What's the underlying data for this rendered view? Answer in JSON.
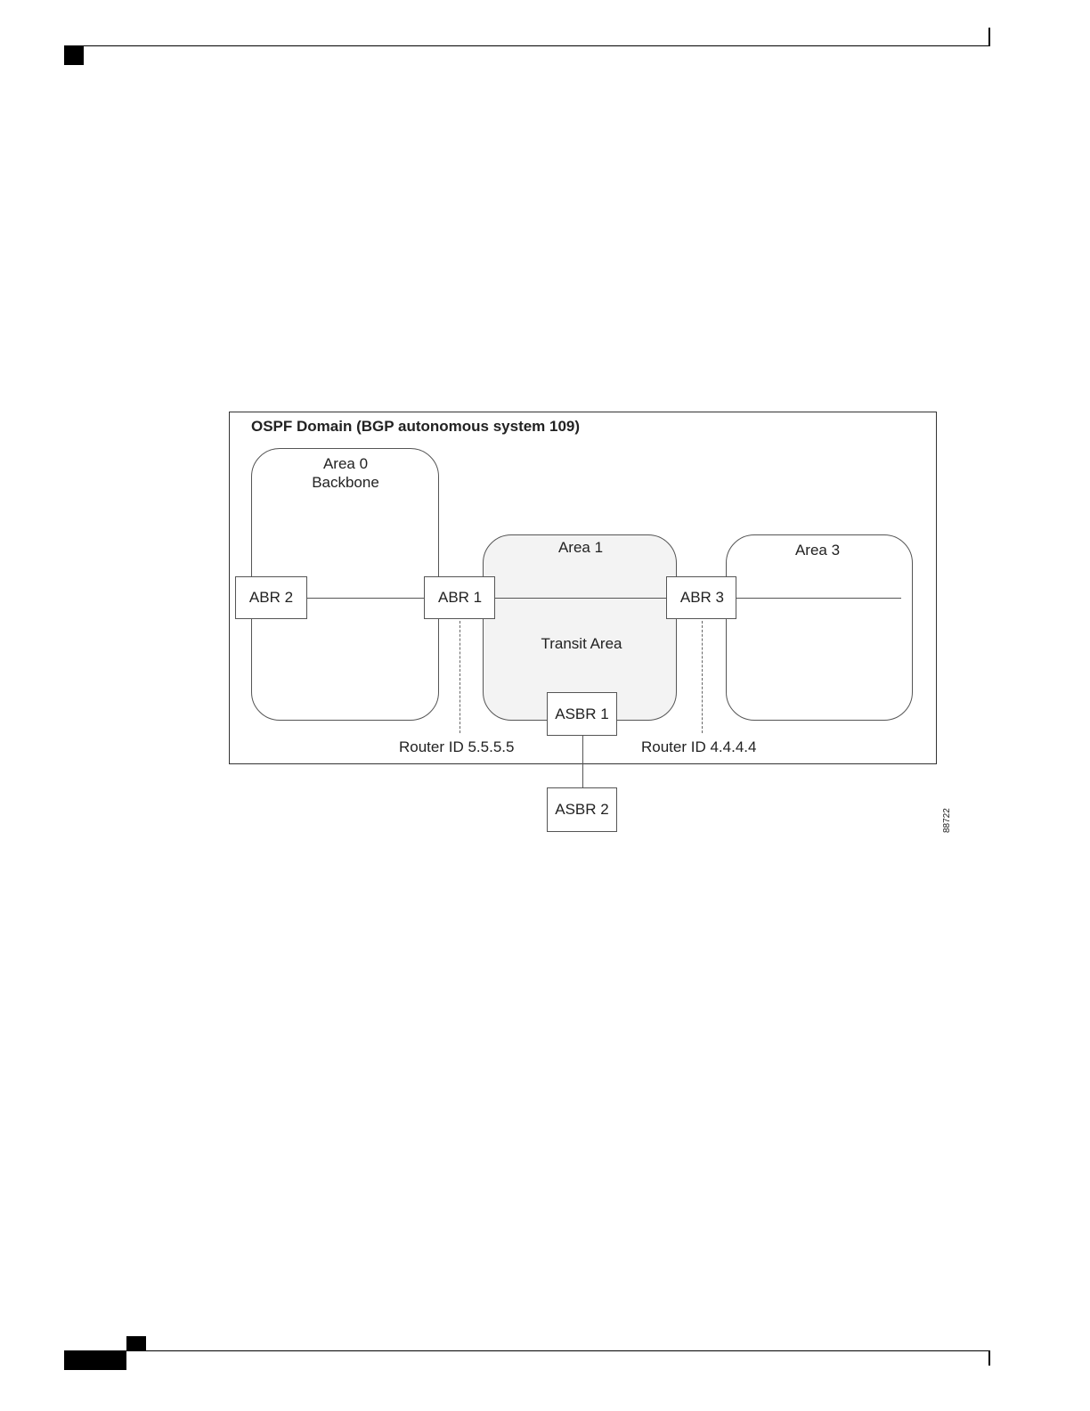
{
  "diagram": {
    "title": "OSPF Domain (BGP autonomous system 109)",
    "areas": [
      {
        "id": "area0",
        "lines": [
          "Area 0",
          "Backbone"
        ]
      },
      {
        "id": "area1",
        "lines": [
          "Area 1"
        ],
        "sublabel": "Transit Area"
      },
      {
        "id": "area3",
        "lines": [
          "Area 3"
        ]
      }
    ],
    "routers": {
      "abr2": "ABR 2",
      "abr1": "ABR 1",
      "abr3": "ABR 3",
      "asbr1": "ASBR 1",
      "asbr2": "ASBR 2"
    },
    "router_ids": {
      "abr1": "Router ID 5.5.5.5",
      "abr3": "Router ID 4.4.4.4"
    },
    "figure_id": "88722"
  }
}
